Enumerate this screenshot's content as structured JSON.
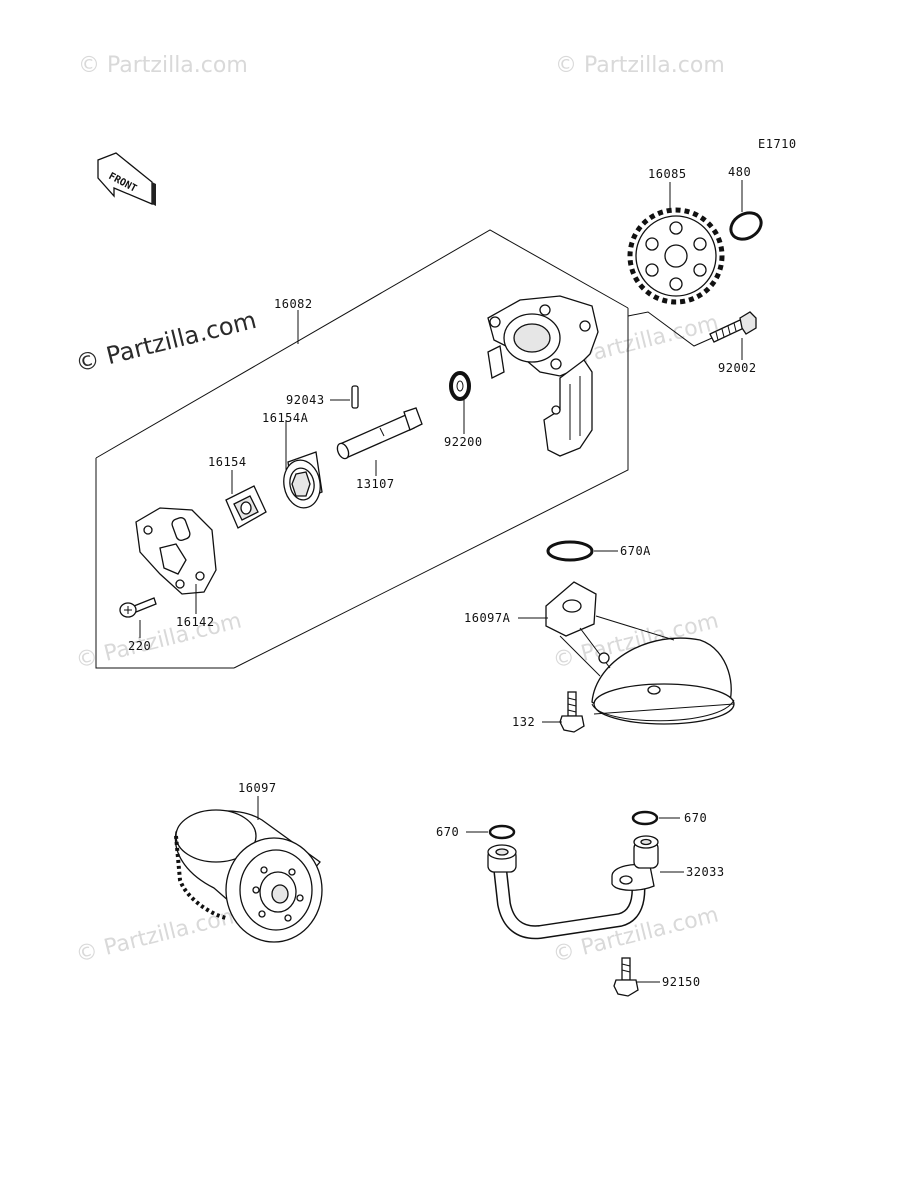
{
  "watermarks": [
    "© Partzilla.com",
    "© Partzilla.com",
    "© Partzilla.com",
    "© Partzilla.com",
    "© Partzilla.com",
    "© Partzilla.com",
    "© Partzilla.com",
    "© Partzilla.com"
  ],
  "diagram_code": "E1710",
  "front_label": "FRONT",
  "labels": {
    "p16085": "16085",
    "p480": "480",
    "p16082": "16082",
    "p92002": "92002",
    "p92043": "92043",
    "p16154A": "16154A",
    "p16154": "16154",
    "p13107": "13107",
    "p92200": "92200",
    "p16142": "16142",
    "p220": "220",
    "p670A": "670A",
    "p16097A": "16097A",
    "p132": "132",
    "p16097": "16097",
    "p670_left": "670",
    "p670_right": "670",
    "p32033": "32033",
    "p92150": "92150"
  }
}
